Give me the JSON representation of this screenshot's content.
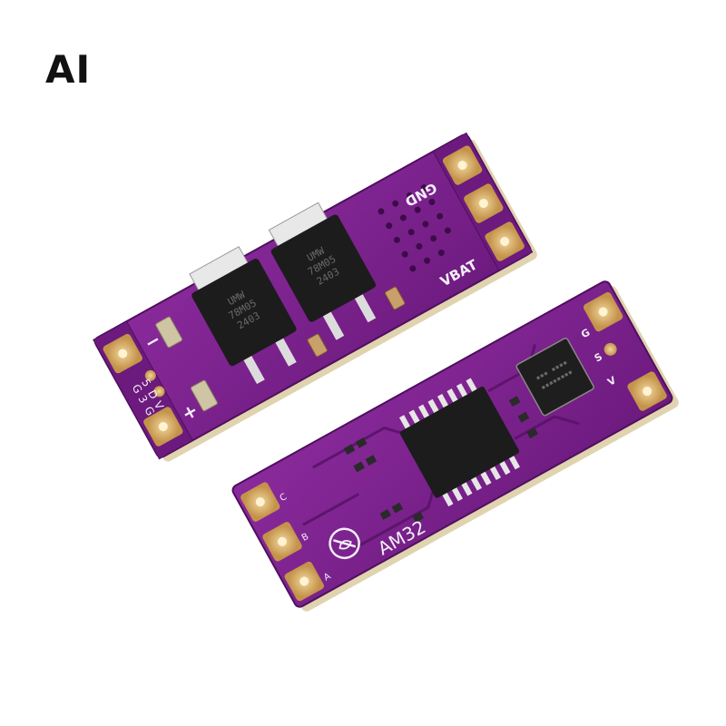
{
  "watermark": "AI",
  "board_left": {
    "silkscreen": {
      "gnd": "GND",
      "vbat": "VBAT",
      "minus": "−",
      "plus": "+",
      "pins": [
        "G",
        "3",
        "G",
        "5",
        "D",
        "V"
      ]
    },
    "regulators": [
      {
        "line1": "UMW",
        "line2": "78M05",
        "line3": "2403"
      },
      {
        "line1": "UMW",
        "line2": "78M05",
        "line3": "2403"
      }
    ]
  },
  "board_right": {
    "silkscreen": {
      "name": "AM32",
      "pins": [
        "G",
        "S",
        "V"
      ],
      "phases": [
        "C",
        "B",
        "A"
      ]
    }
  },
  "colors": {
    "pcb": "#7b1f8c",
    "pcb_edge": "#5e1670",
    "pads": "#d9b06a",
    "chip": "#1c1c1c"
  }
}
